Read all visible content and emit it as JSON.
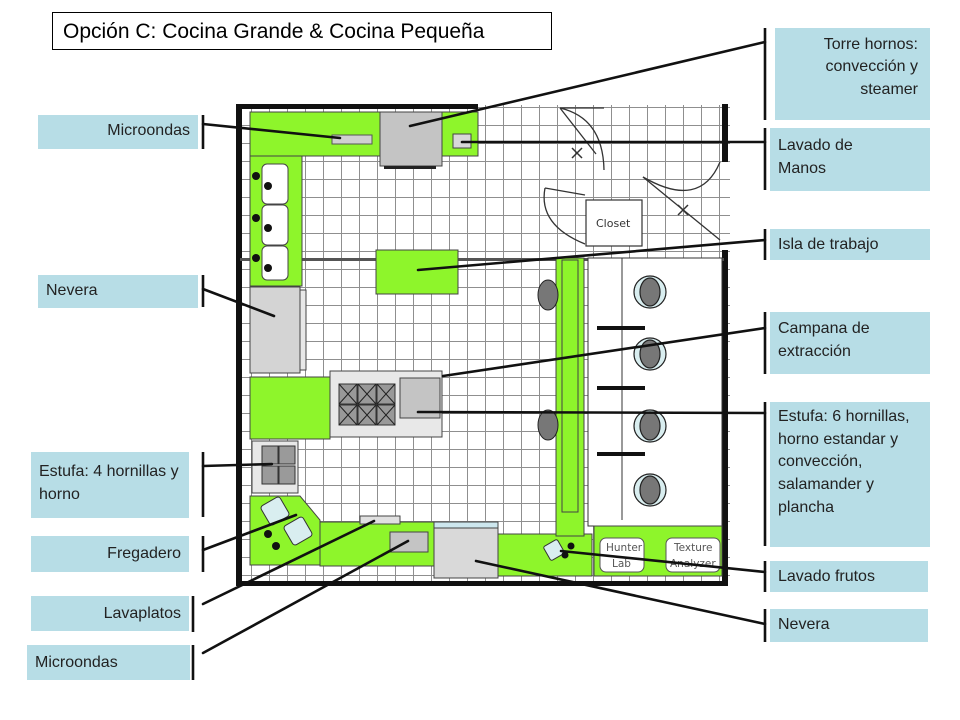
{
  "title": "Opción C: Cocina Grande & Cocina Pequeña",
  "labels": {
    "microondas_top": "Microondas",
    "nevera_left": "Nevera",
    "estufa_4": "Estufa: 4 hornillas y horno",
    "fregadero": "Fregadero",
    "lavaplatos": "Lavaplatos",
    "microondas_bottom": "Microondas",
    "torre_hornos": "Torre hornos: convección y steamer",
    "lavado_manos": "Lavado de Manos",
    "isla_trabajo": "Isla de trabajo",
    "campana": "Campana de extracción",
    "estufa_6": "Estufa: 6 hornillas, horno estandar y convección, salamander y plancha",
    "lavado_frutos": "Lavado frutos",
    "nevera_right": "Nevera"
  },
  "plan_text": {
    "closet": "Closet",
    "hunter_lab": "Hunter Lab",
    "texture_analyzer": "Texture Analyzer"
  },
  "colors": {
    "equipment_green": "#8ef52b",
    "label_blue": "#b7dde6",
    "appliance_gray": "#c8c8c8",
    "grid_line": "#9a9a9a",
    "wall": "#111111"
  }
}
